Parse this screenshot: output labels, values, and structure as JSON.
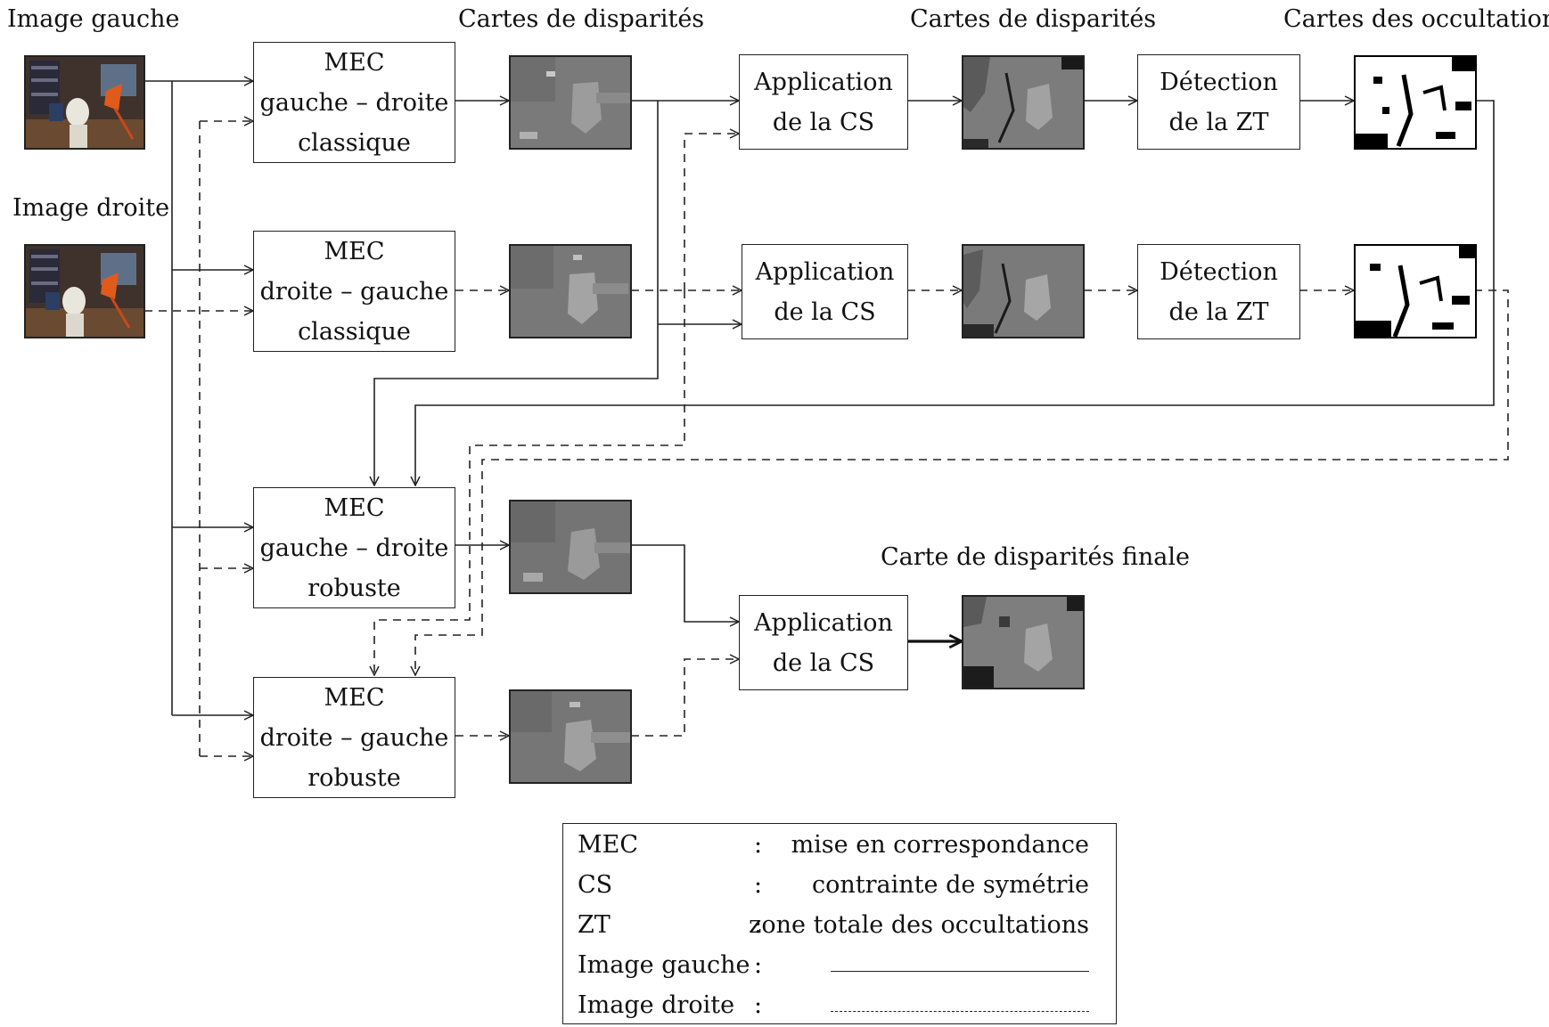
{
  "headers": {
    "left_image": "Image gauche",
    "right_image": "Image droite",
    "disparity_maps_1": "Cartes de disparités",
    "disparity_maps_2": "Cartes de disparités",
    "occlusion_maps": "Cartes des occultations",
    "final_map": "Carte de disparités finale"
  },
  "boxes": {
    "mec_lr_classic": [
      "MEC",
      "gauche – droite",
      "classique"
    ],
    "mec_rl_classic": [
      "MEC",
      "droite – gauche",
      "classique"
    ],
    "mec_lr_robust": [
      "MEC",
      "gauche – droite",
      "robuste"
    ],
    "mec_rl_robust": [
      "MEC",
      "droite – gauche",
      "robuste"
    ],
    "cs_1": [
      "Application",
      "de la CS"
    ],
    "cs_2": [
      "Application",
      "de la CS"
    ],
    "cs_final": [
      "Application",
      "de la CS"
    ],
    "zt_1": [
      "Détection",
      "de la ZT"
    ],
    "zt_2": [
      "Détection",
      "de la ZT"
    ]
  },
  "legend": {
    "rows": [
      {
        "term": "MEC",
        "colon": ":",
        "definition": "mise en correspondance"
      },
      {
        "term": "CS",
        "colon": ":",
        "definition": "contrainte de symétrie"
      },
      {
        "term": "ZT",
        "colon": ":",
        "definition": "zone totale des occultations"
      },
      {
        "term": "Image gauche",
        "colon": ":",
        "line_style": "solid"
      },
      {
        "term": "Image droite",
        "colon": ":",
        "line_style": "dashed"
      }
    ]
  },
  "colors": {
    "stroke": "#222222",
    "photo": "#4a3a33",
    "disparity": "#7d7d7d",
    "occlusion": "#ffffff"
  }
}
